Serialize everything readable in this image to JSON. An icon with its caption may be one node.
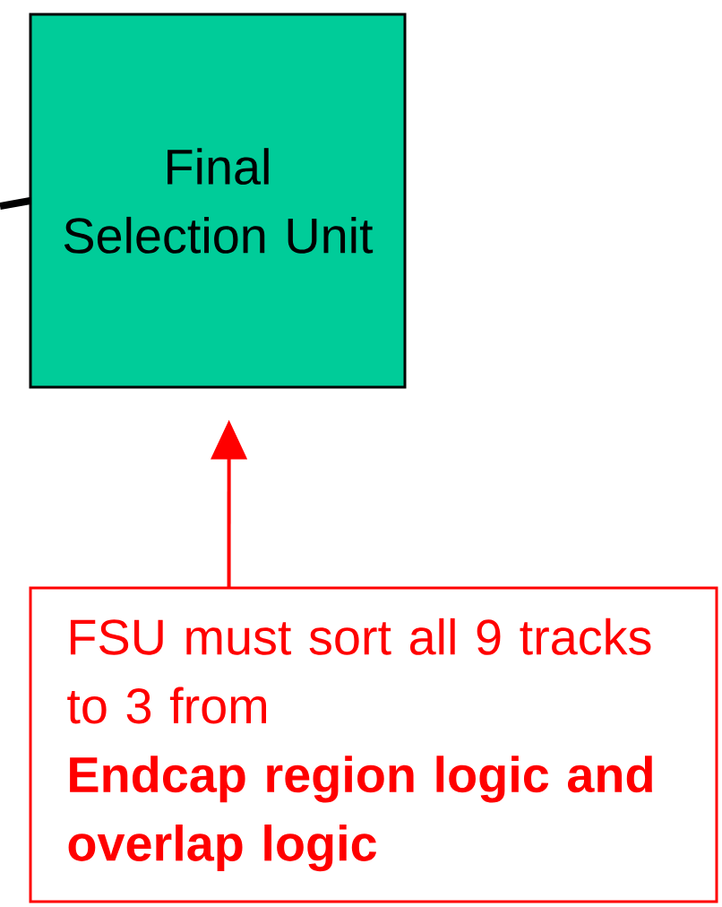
{
  "diagram": {
    "nodes": [
      {
        "text": [
          "Final Selection Unit"
        ]
      },
      {
        "text": [
          "FSU must sort all 9 tracks to 3  from",
          "Endcap region logic and overlap logic"
        ]
      }
    ],
    "edges": [
      {
        "from": null,
        "to": 0,
        "arrow": "none",
        "style": "thick"
      },
      {
        "from": 1,
        "to": 0,
        "arrow": "to",
        "color": "#ff0000"
      }
    ]
  }
}
